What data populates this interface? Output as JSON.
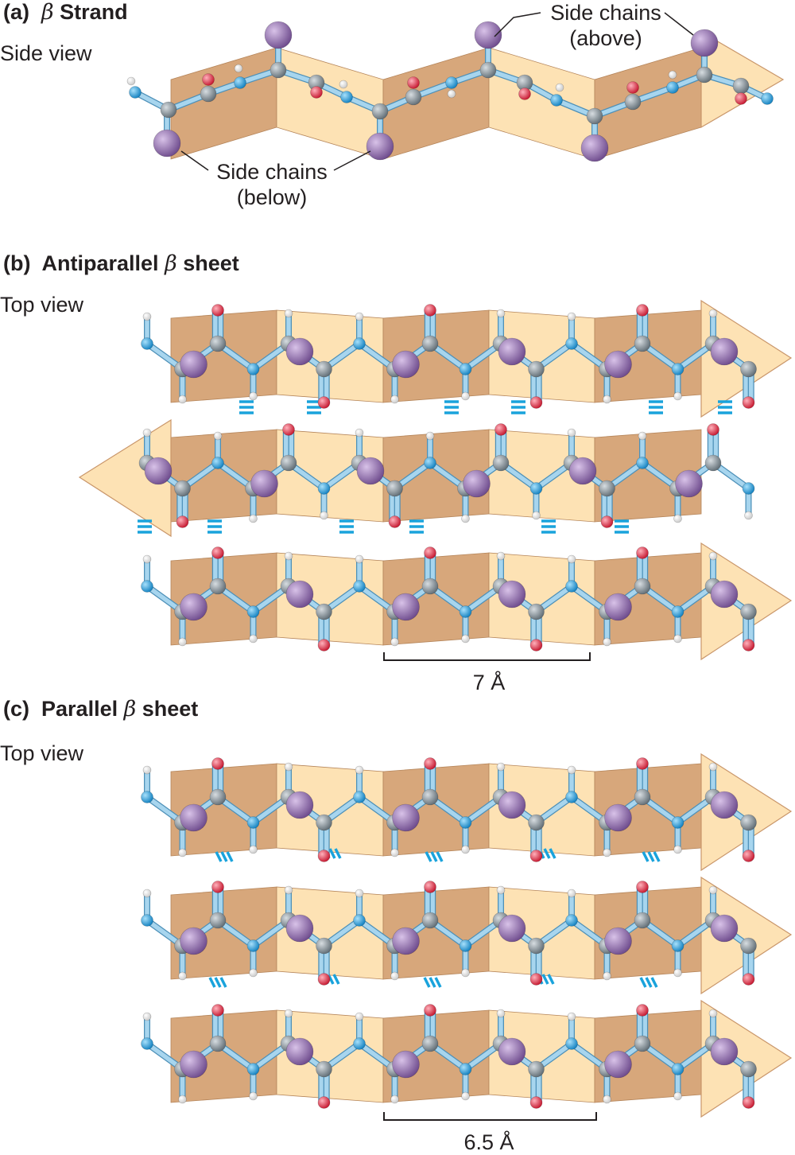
{
  "panel_a": {
    "tag": "(a)",
    "symbol": "β",
    "title": "Strand",
    "subtitle": "Side view",
    "label_above": [
      "Side chains",
      "(above)"
    ],
    "label_below": [
      "Side chains",
      "(below)"
    ]
  },
  "panel_b": {
    "tag": "(b)",
    "title": "Antiparallel",
    "symbol": "β",
    "title2": "sheet",
    "subtitle": "Top view",
    "measure": "7 Å"
  },
  "panel_c": {
    "tag": "(c)",
    "title": "Parallel",
    "symbol": "β",
    "title2": "sheet",
    "subtitle": "Top view",
    "measure": "6.5 Å"
  },
  "colors": {
    "sheet_light": "#fde2b4",
    "sheet_dark": "#c9966a",
    "carbon": "#8e99a1",
    "nitrogen": "#2aa6e0",
    "oxygen": "#e8344a",
    "hydrogen": "#ffffff",
    "side_chain": "#9a72b5",
    "bond": "#a7d5ee",
    "hbond": "#1aa3dc"
  }
}
